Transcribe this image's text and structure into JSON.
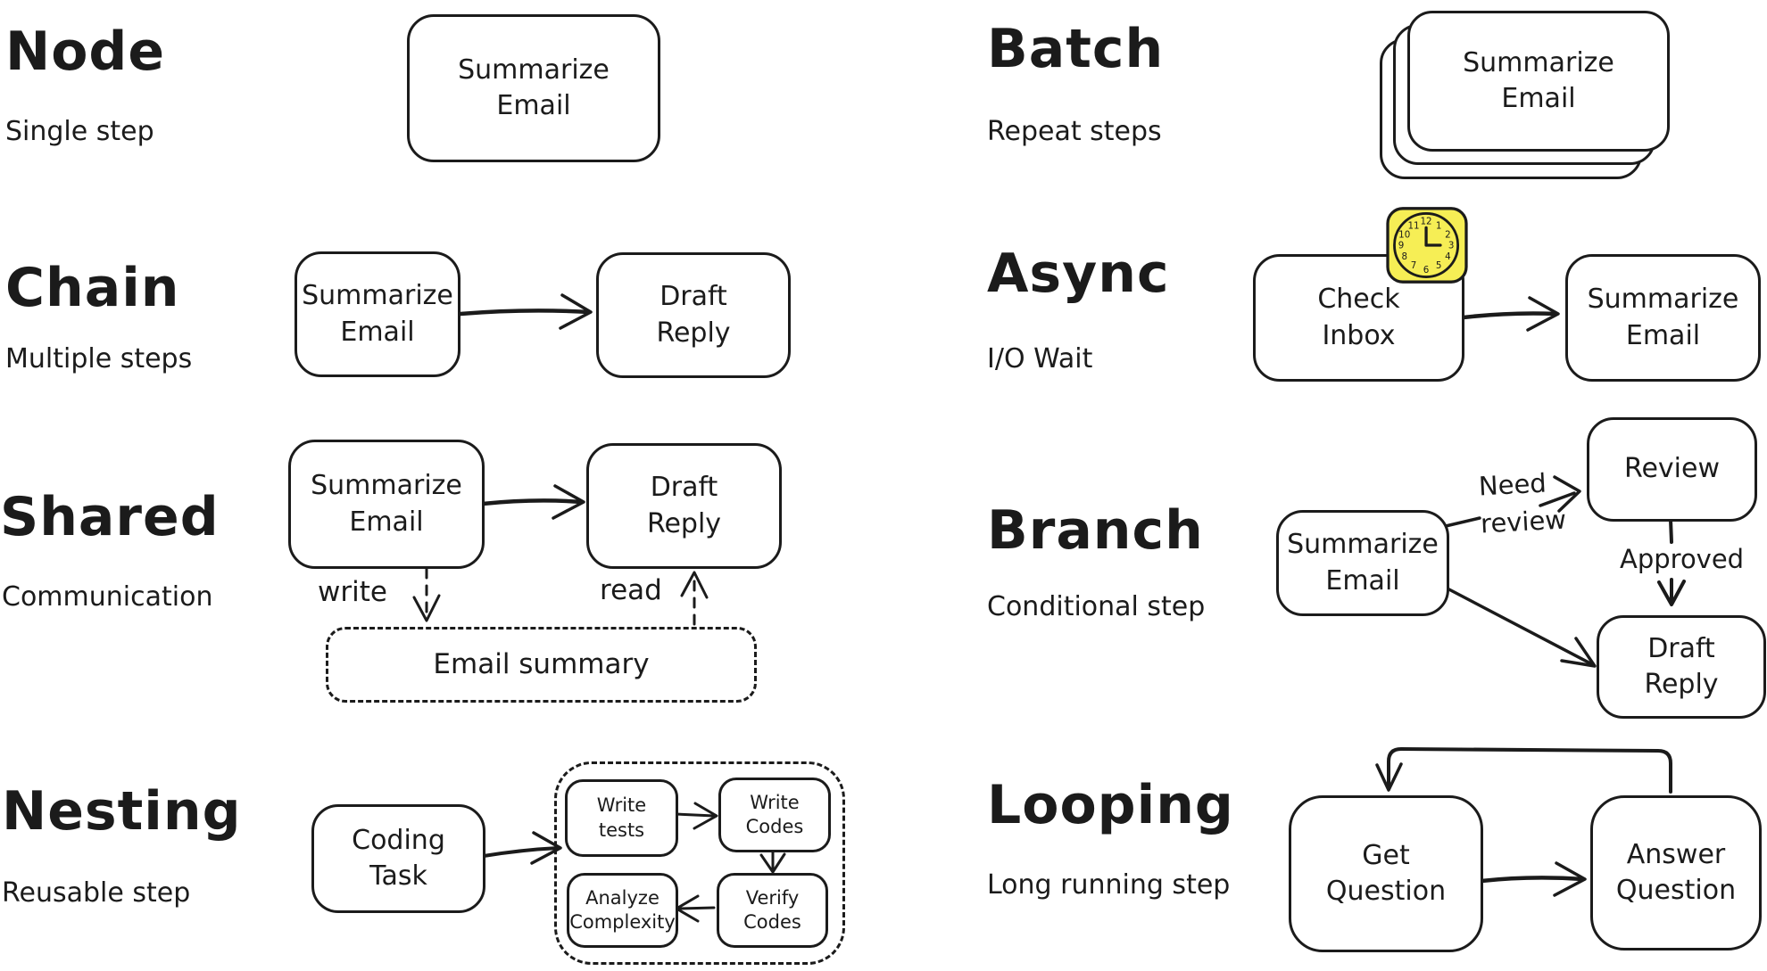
{
  "node": {
    "title": "Node",
    "subtitle": "Single step",
    "box1": "Summarize\nEmail"
  },
  "chain": {
    "title": "Chain",
    "subtitle": "Multiple steps",
    "box1": "Summarize\nEmail",
    "box2": "Draft\nReply"
  },
  "shared": {
    "title": "Shared",
    "subtitle": "Communication",
    "box1": "Summarize\nEmail",
    "box2": "Draft\nReply",
    "write_label": "write",
    "read_label": "read",
    "store_label": "Email summary"
  },
  "nesting": {
    "title": "Nesting",
    "subtitle": "Reusable step",
    "box1": "Coding\nTask",
    "inner1": "Write\ntests",
    "inner2": "Write\nCodes",
    "inner3": "Verify\nCodes",
    "inner4": "Analyze\nComplexity"
  },
  "batch": {
    "title": "Batch",
    "subtitle": "Repeat steps",
    "box1": "Summarize\nEmail"
  },
  "async": {
    "title": "Async",
    "subtitle": "I/O Wait",
    "box1": "Check\nInbox",
    "box2": "Summarize\nEmail"
  },
  "branch": {
    "title": "Branch",
    "subtitle": "Conditional step",
    "box1": "Summarize\nEmail",
    "box2": "Review",
    "box3": "Draft\nReply",
    "label_need_review": "Need\nreview",
    "label_approved": "Approved"
  },
  "looping": {
    "title": "Looping",
    "subtitle": "Long running step",
    "box1": "Get\nQuestion",
    "box2": "Answer\nQuestion"
  },
  "clock": {
    "numbers": [
      "12",
      "1",
      "2",
      "3",
      "4",
      "5",
      "6",
      "7",
      "8",
      "9",
      "10",
      "11"
    ]
  },
  "colors": {
    "ink": "#1b1b1b",
    "clock_fill": "#f6ee55",
    "background": "#ffffff"
  }
}
